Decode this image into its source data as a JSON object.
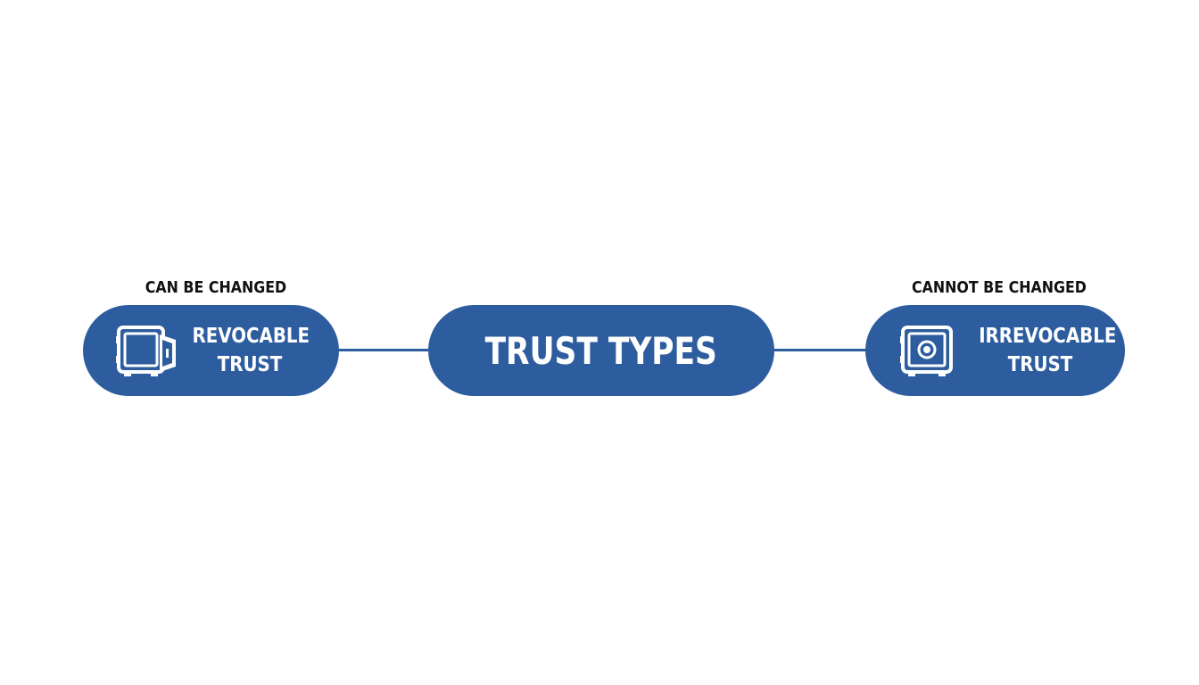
{
  "diagram": {
    "center": {
      "label": "TRUST TYPES"
    },
    "left": {
      "caption": "CAN BE CHANGED",
      "label_line1": "REVOCABLE",
      "label_line2": "TRUST",
      "icon": "open-safe-icon"
    },
    "right": {
      "caption": "CANNOT BE CHANGED",
      "label_line1": "IRREVOCABLE",
      "label_line2": "TRUST",
      "icon": "locked-safe-icon"
    }
  },
  "colors": {
    "accent": "#2d5d9e",
    "text_on_accent": "#ffffff",
    "caption_text": "#111111",
    "background": "#ffffff"
  }
}
